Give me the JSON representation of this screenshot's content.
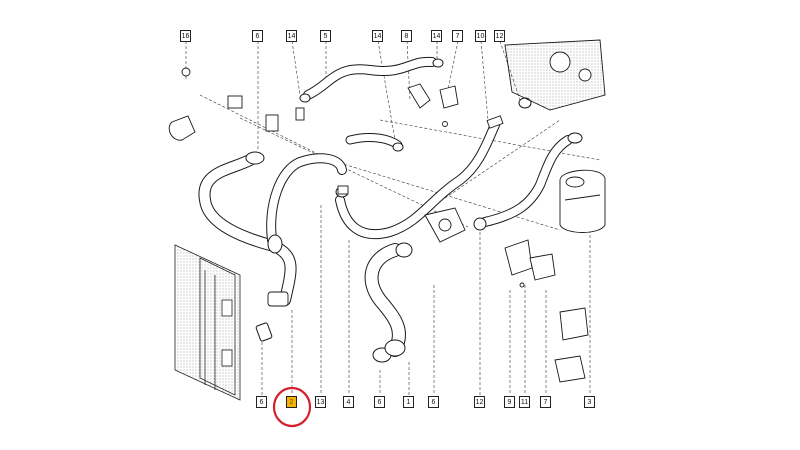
{
  "diagram": {
    "part_labels_top": [
      "16",
      "6",
      "14",
      "5",
      "14",
      "8",
      "14",
      "7",
      "10",
      "12"
    ],
    "part_labels_bottom": [
      "6",
      "2",
      "13",
      "4",
      "6",
      "1",
      "6",
      "12",
      "9",
      "11",
      "7",
      "3"
    ],
    "highlighted_part": "2",
    "highlight_color": "#d4202a",
    "label_highlight_fill": "#f2b400",
    "line_color": "#1a1a1a",
    "stipple_color": "#777777"
  }
}
